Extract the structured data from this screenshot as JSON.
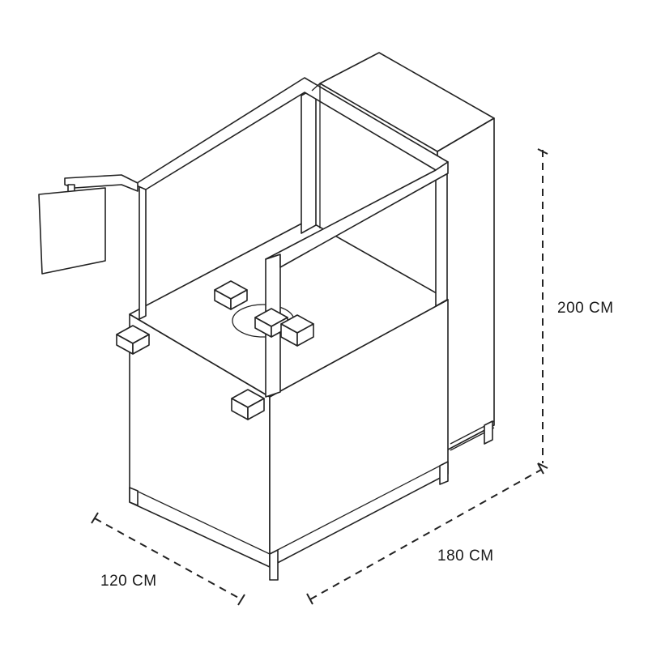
{
  "dimensions": {
    "height": "200 CM",
    "length": "180 CM",
    "width": "120 CM"
  },
  "colors": {
    "line": "#222222",
    "background": "#ffffff"
  }
}
